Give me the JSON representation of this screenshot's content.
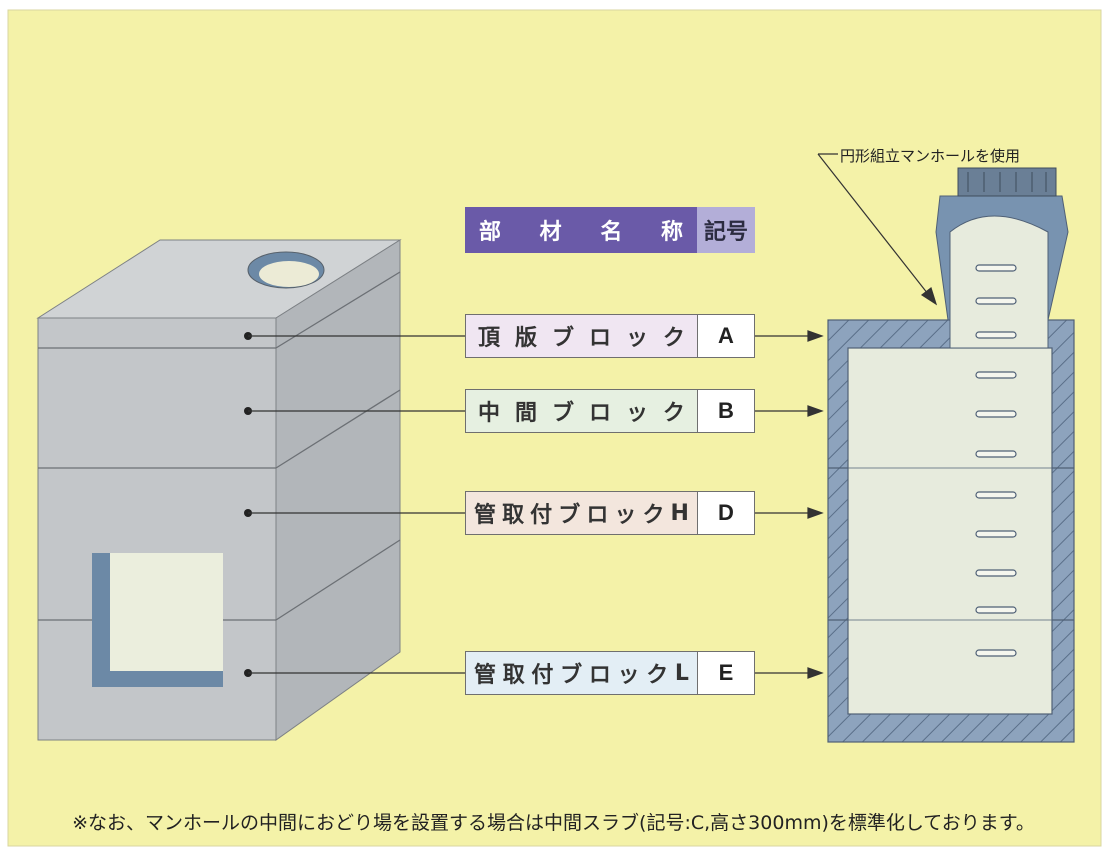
{
  "header": {
    "name_chars": [
      "部",
      "材",
      "名",
      "称"
    ],
    "code_label": "記号",
    "name_color": "#6a5aa8",
    "code_color": "#b3aed8"
  },
  "members": [
    {
      "name_chars": [
        "頂",
        "版",
        "ブ",
        "ロ",
        "ッ",
        "ク"
      ],
      "code": "A",
      "color": "#f0e6f2"
    },
    {
      "name_chars": [
        "中",
        "間",
        "ブ",
        "ロ",
        "ッ",
        "ク"
      ],
      "code": "B",
      "color": "#e6f0e1"
    },
    {
      "name_chars": [
        "管",
        "取",
        "付",
        "ブ",
        "ロ",
        "ッ",
        "ク",
        "H"
      ],
      "code": "D",
      "color": "#f3e6dd"
    },
    {
      "name_chars": [
        "管",
        "取",
        "付",
        "ブ",
        "ロ",
        "ッ",
        "ク",
        "L"
      ],
      "code": "E",
      "color": "#e3eef5"
    }
  ],
  "callout": "円形組立マンホールを使用",
  "note": "※なお、マンホールの中間におどり場を設置する場合は中間スラブ(記号:C,高さ300mm)を標準化しております。",
  "colors": {
    "background": "#f4f2a8",
    "block_front": "#c3c6c9",
    "block_side": "#b2b6ba",
    "block_top": "#d0d3d5",
    "section_wall": "#8da3bd",
    "section_inner": "#e7ebdd"
  }
}
